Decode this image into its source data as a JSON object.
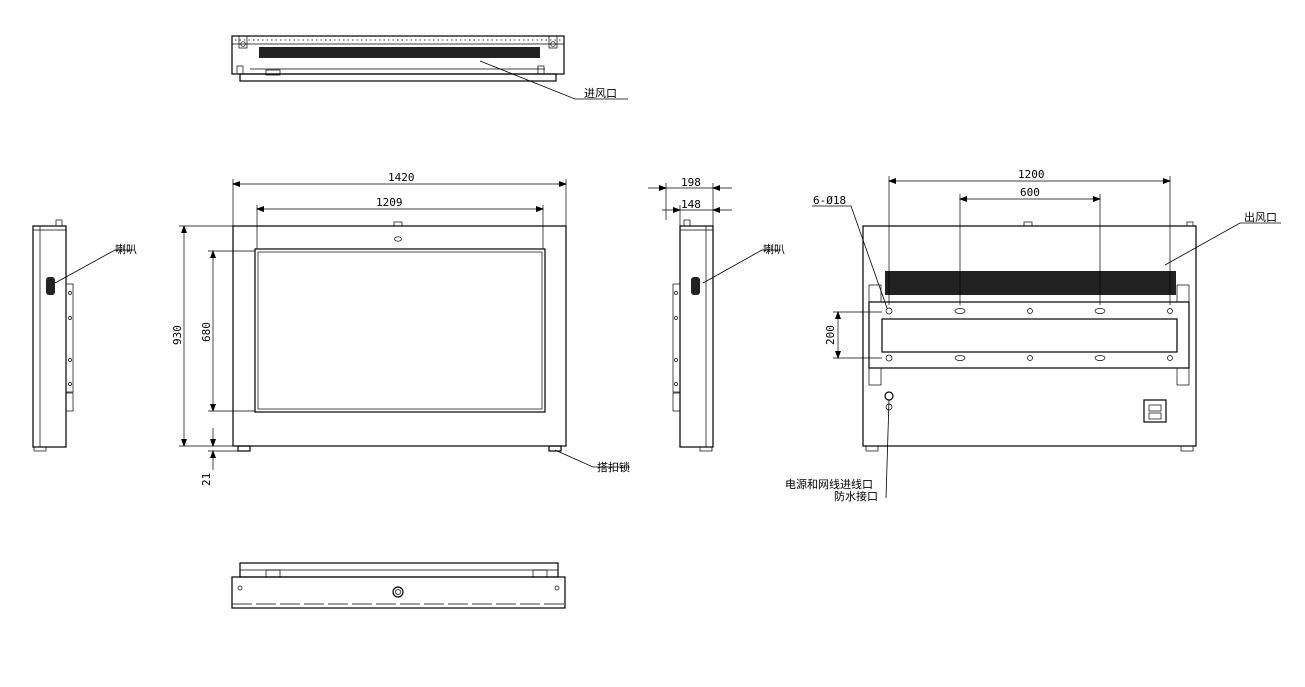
{
  "labels": {
    "air_inlet": "进风口",
    "speaker_left": "喇叭",
    "speaker_right": "喇叭",
    "air_outlet": "出风口",
    "buckle_lock": "搭扣锁",
    "power_network_inlet": "电源和网线进线口",
    "waterproof_connector": "防水接口",
    "holes": "6-Ø18"
  },
  "dimensions": {
    "overall_width": "1420",
    "screen_width": "1209",
    "overall_height": "930",
    "screen_height": "680",
    "foot_height": "21",
    "depth_total": "198",
    "depth_body": "148",
    "mount_width": "1200",
    "mount_pitch": "600",
    "mount_height": "200"
  }
}
